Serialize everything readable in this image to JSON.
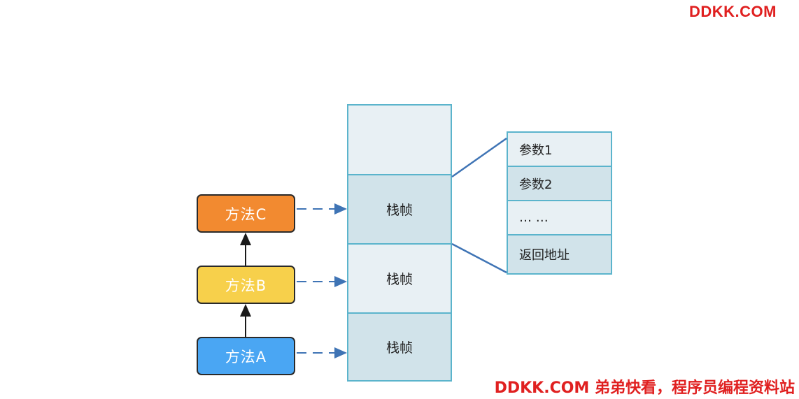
{
  "watermark": {
    "top": "DDKK.COM",
    "bottom": "DDKK.COM 弟弟快看，程序员编程资料站"
  },
  "methods": {
    "c": "方法C",
    "b": "方法B",
    "a": "方法A"
  },
  "stack": {
    "frames": [
      "栈帧",
      "栈帧",
      "栈帧"
    ]
  },
  "frame_detail": {
    "items": [
      "参数1",
      "参数2",
      "… …",
      "返回地址"
    ]
  },
  "colors": {
    "method_c": "#f28a30",
    "method_b": "#f7d04b",
    "method_a": "#4aa6f3",
    "stack_border": "#5bb4cc",
    "cell_light": "#e8f0f4",
    "cell_dark": "#d1e3ea",
    "connector": "#3f74b5",
    "watermark": "#e02020"
  }
}
